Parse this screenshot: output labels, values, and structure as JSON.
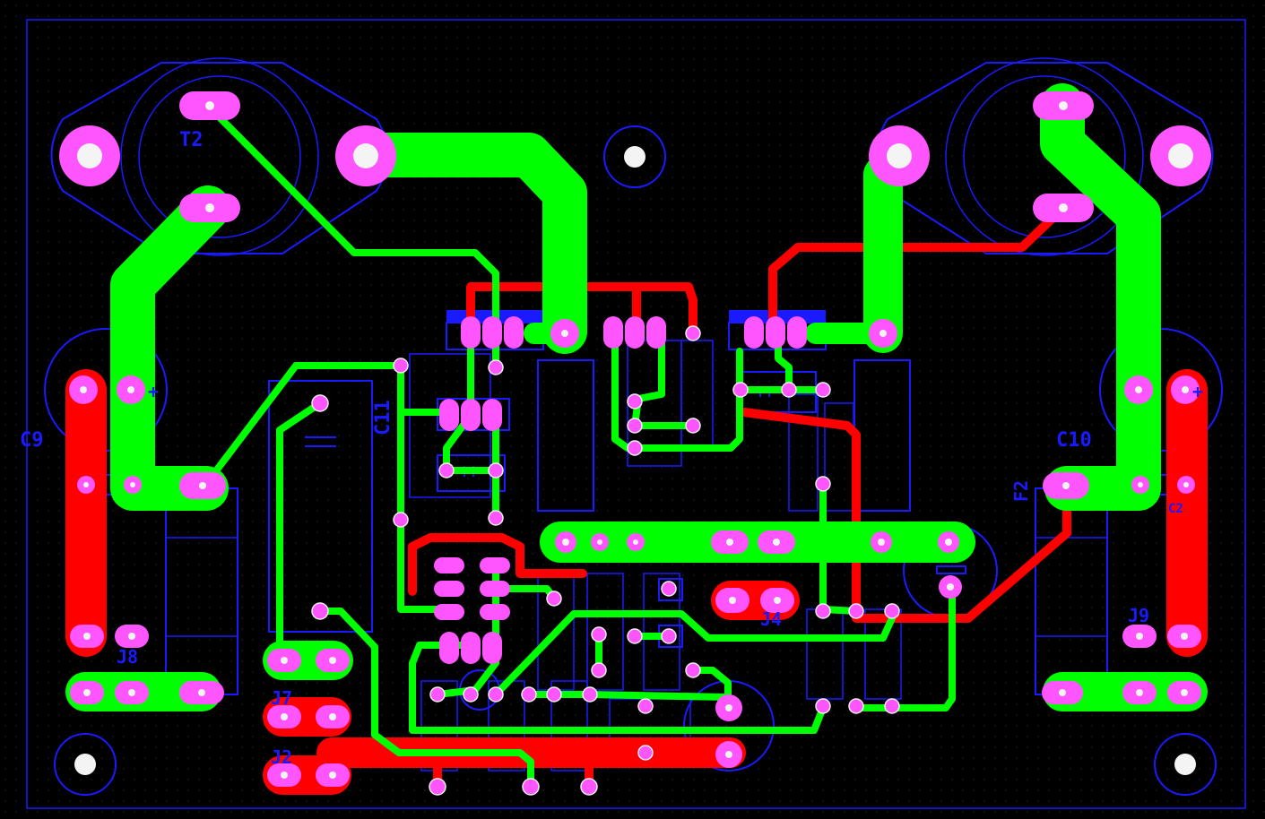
{
  "layers": {
    "top_copper": "#00ff00",
    "bottom_copper": "#ff0000",
    "pads": "#ff55ff",
    "silkscreen": "#1a1aff",
    "background": "#000000"
  },
  "labels": {
    "t2": "T2",
    "c9": "C9",
    "c10": "C10",
    "c11": "C11",
    "c2": "C2",
    "f2": "F2",
    "j2": "J2",
    "j4": "J4",
    "j7": "J7",
    "j8": "J8",
    "j9": "J9",
    "plus_left": "+",
    "plus_right": "+"
  }
}
